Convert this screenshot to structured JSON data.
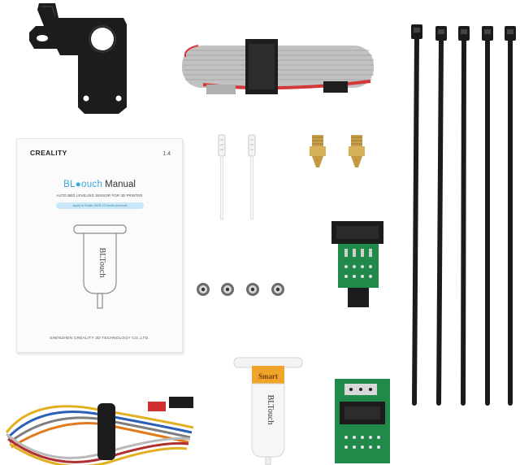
{
  "manual": {
    "brand": "CREALITY",
    "version": "1.4",
    "title_prefix": "BL",
    "title_suffix": "ouch",
    "title_word": "Manual",
    "subtitle": "AUTO BED LEVELING SENSOR FOR 3D PRINTER",
    "apply_note": "Apply to Ender-3/CR-10 series products",
    "probe_label": "BLTouch",
    "footer": "SHENZHEN CREALITY 3D TECHNOLOGY CO.,LTD."
  },
  "sensor": {
    "cap_label": "Smart",
    "body_label": "BLTouch"
  },
  "colors": {
    "background": "#ffffff",
    "metal_black": "#1c1c1c",
    "ribbon_gray": "#bdbdbd",
    "ribbon_red": "#d23a3a",
    "pcb_green": "#1f8a4a",
    "brass": "#c8a04a",
    "cap_orange": "#f0a52a",
    "manual_blue": "#39a6e0"
  }
}
